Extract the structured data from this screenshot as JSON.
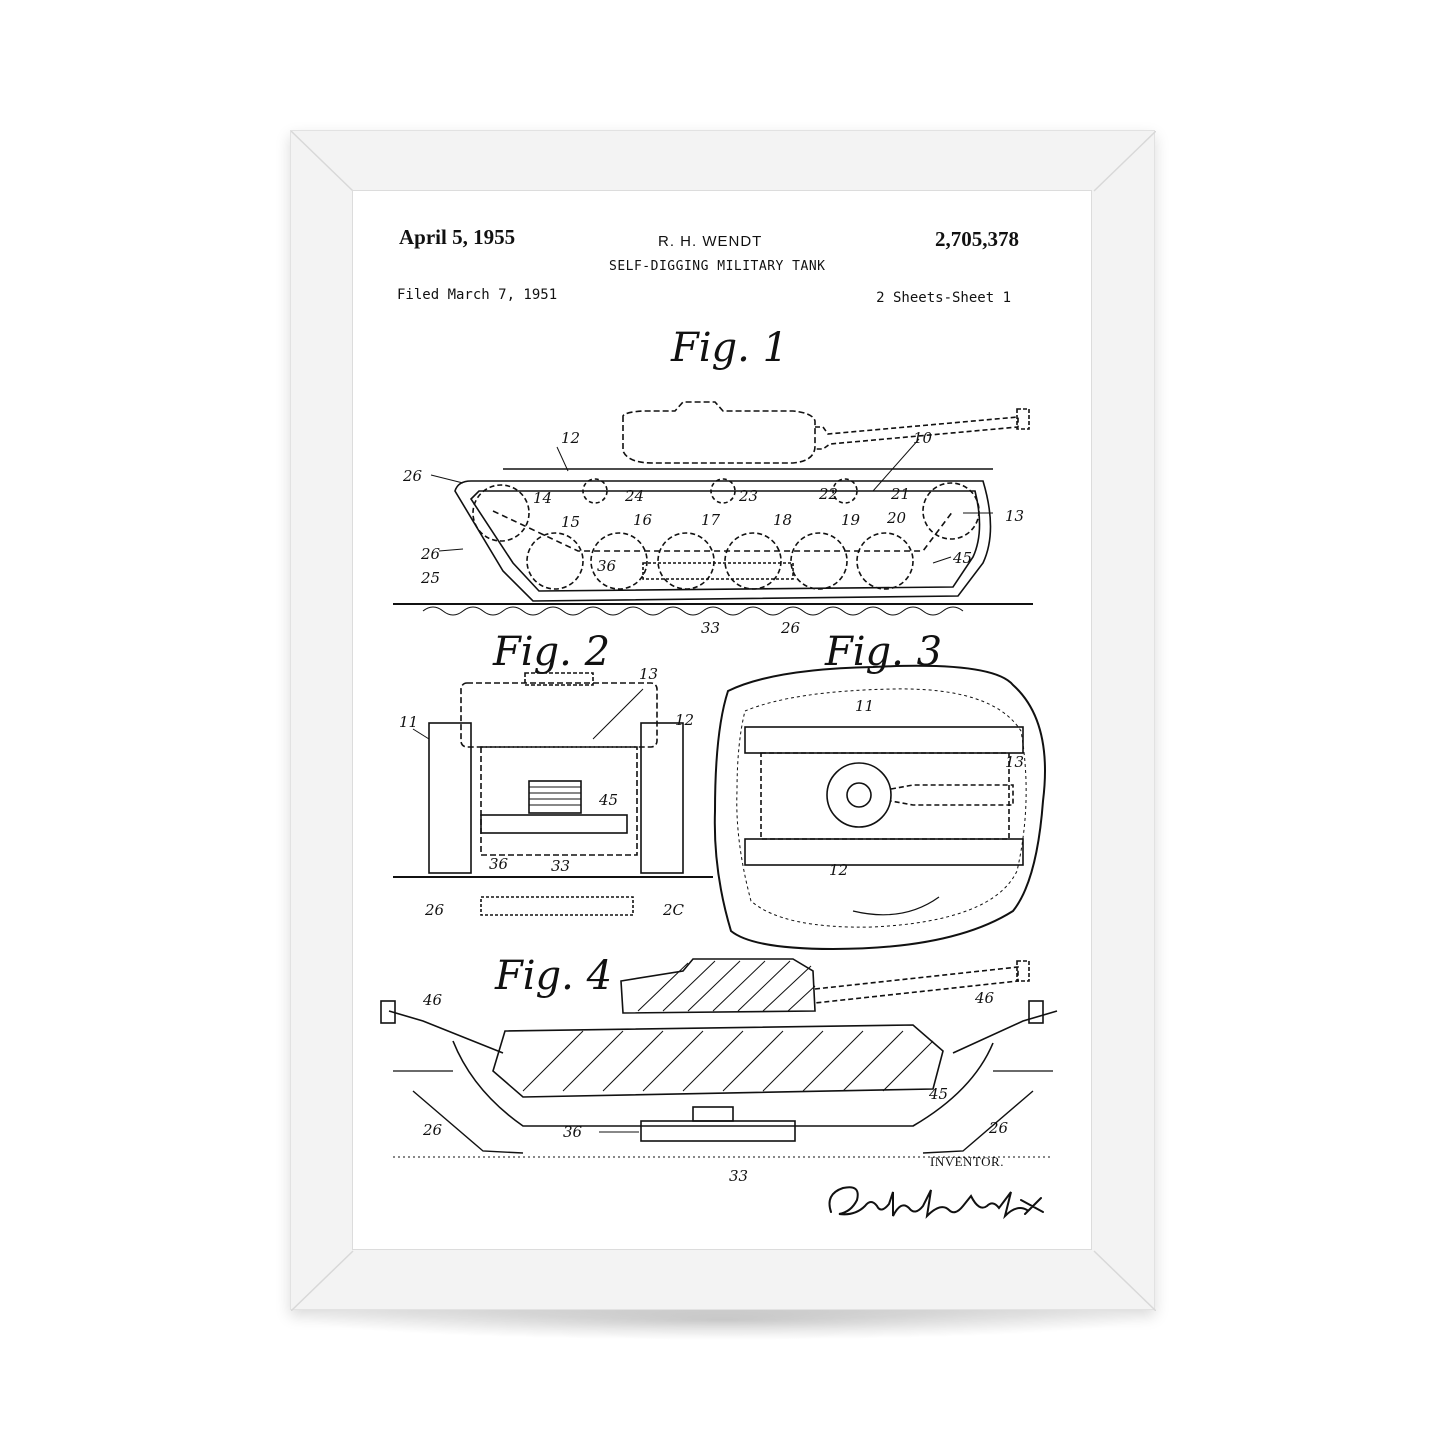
{
  "patent": {
    "date": "April 5, 1955",
    "inventor": "R. H. WENDT",
    "number": "2,705,378",
    "title": "SELF-DIGGING MILITARY TANK",
    "filed": "Filed March 7, 1951",
    "sheets": "2 Sheets-Sheet 1",
    "inventor_label": "INVENTOR.",
    "signature": "Robert H. Wendt"
  },
  "figures": {
    "fig1": "Fig. 1",
    "fig2": "Fig. 2",
    "fig3": "Fig. 3",
    "fig4": "Fig. 4"
  },
  "reference_numerals": {
    "fig1": [
      "12",
      "26",
      "10",
      "14",
      "24",
      "23",
      "22",
      "21",
      "13",
      "15",
      "16",
      "17",
      "18",
      "19",
      "20",
      "26",
      "25",
      "36",
      "45",
      "33",
      "26"
    ],
    "fig2": [
      "13",
      "11",
      "12",
      "45",
      "36",
      "33",
      "26",
      "2C"
    ],
    "fig3": [
      "11",
      "13",
      "12"
    ],
    "fig4": [
      "46",
      "46",
      "45",
      "26",
      "36",
      "26",
      "33"
    ]
  },
  "colors": {
    "ink": "#111111",
    "frame": "#f3f3f3",
    "paper": "#ffffff"
  }
}
